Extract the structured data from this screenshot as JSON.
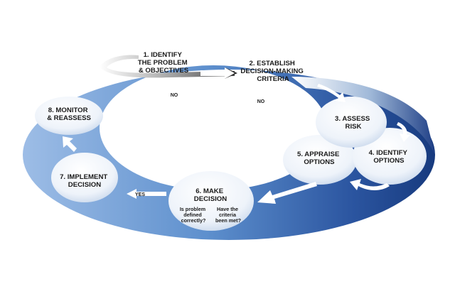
{
  "steps": {
    "s1": [
      "1. IDENTIFY",
      "THE PROBLEM",
      "& OBJECTIVES"
    ],
    "s2": [
      "2. ESTABLISH",
      "DECISION-MAKING",
      "CRITERIA"
    ],
    "s3": [
      "3. ASSESS",
      "RISK"
    ],
    "s4": [
      "4. IDENTIFY",
      "OPTIONS"
    ],
    "s5": [
      "5. APPRAISE",
      "OPTIONS"
    ],
    "s6": [
      "6. MAKE",
      "DECISION"
    ],
    "s7": [
      "7. IMPLEMENT",
      "DECISION"
    ],
    "s8": [
      "8. MONITOR",
      "& REASSESS"
    ]
  },
  "questions": {
    "q1": [
      "Is problem",
      "defined",
      "correctly?"
    ],
    "q2": [
      "Have the",
      "criteria",
      "been met?"
    ]
  },
  "branches": {
    "no_left": "NO",
    "no_right": "NO",
    "yes": "YES"
  },
  "colors": {
    "ring_light": "#8fb3e0",
    "ring_mid": "#4f84c6",
    "ring_dark": "#1d3f84",
    "bubble": "#eef3fa"
  }
}
